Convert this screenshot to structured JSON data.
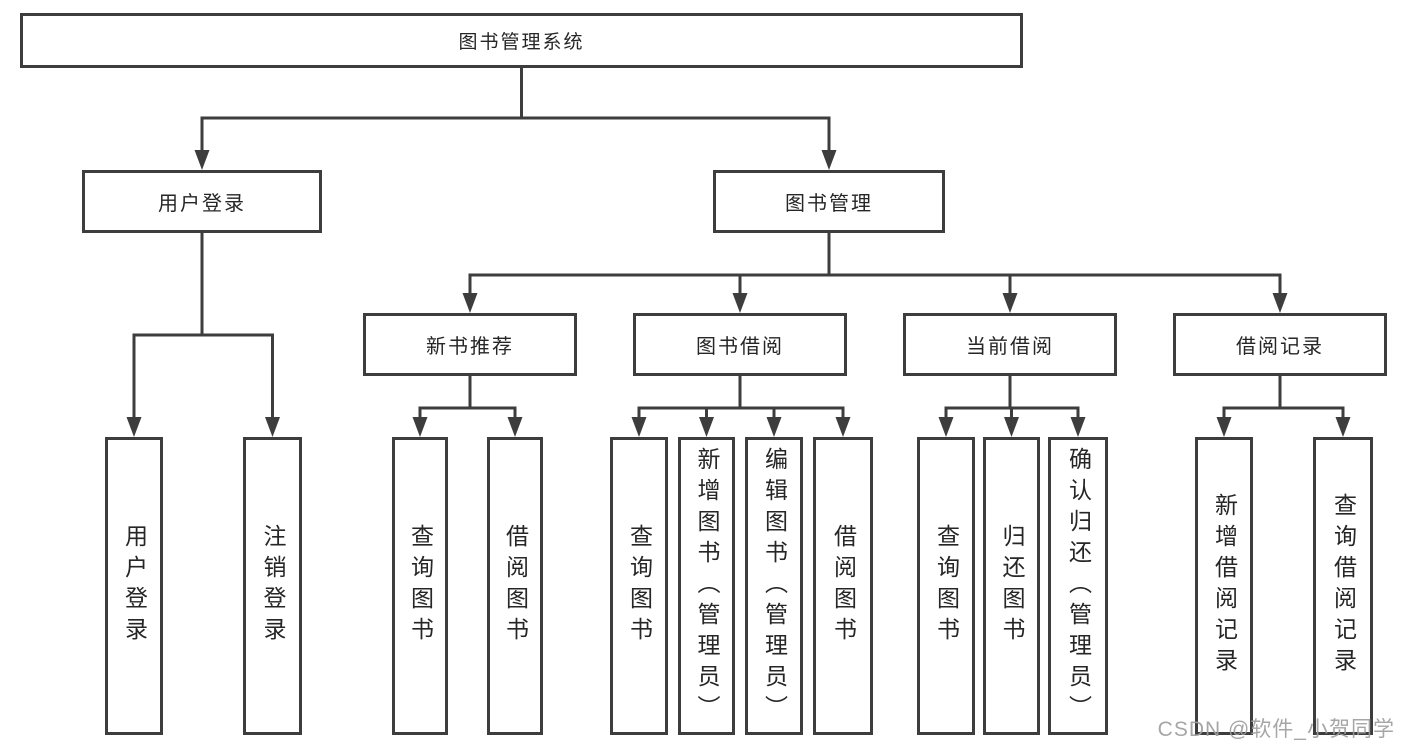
{
  "diagram": {
    "root": {
      "label": "图书管理系统"
    },
    "user_login": {
      "label": "用户登录",
      "children": [
        {
          "label": "用户登录"
        },
        {
          "label": "注销登录"
        }
      ]
    },
    "book_management": {
      "label": "图书管理",
      "sections": [
        {
          "label": "新书推荐",
          "children": [
            {
              "label": "查询图书"
            },
            {
              "label": "借阅图书"
            }
          ]
        },
        {
          "label": "图书借阅",
          "children": [
            {
              "label": "查询图书"
            },
            {
              "label": "新增图书（管理员）"
            },
            {
              "label": "编辑图书（管理员）"
            },
            {
              "label": "借阅图书"
            }
          ]
        },
        {
          "label": "当前借阅",
          "children": [
            {
              "label": "查询图书"
            },
            {
              "label": "归还图书"
            },
            {
              "label": "确认归还（管理员）"
            }
          ]
        },
        {
          "label": "借阅记录",
          "children": [
            {
              "label": "新增借阅记录"
            },
            {
              "label": "查询借阅记录"
            }
          ]
        }
      ]
    }
  },
  "watermark": {
    "text": "CSDN @软件_小贺同学"
  },
  "colors": {
    "line": "#3d3d3d",
    "box_border": "#3d3d3d",
    "text": "#262626",
    "watermark": "#9e9e9e",
    "background": "#ffffff"
  }
}
